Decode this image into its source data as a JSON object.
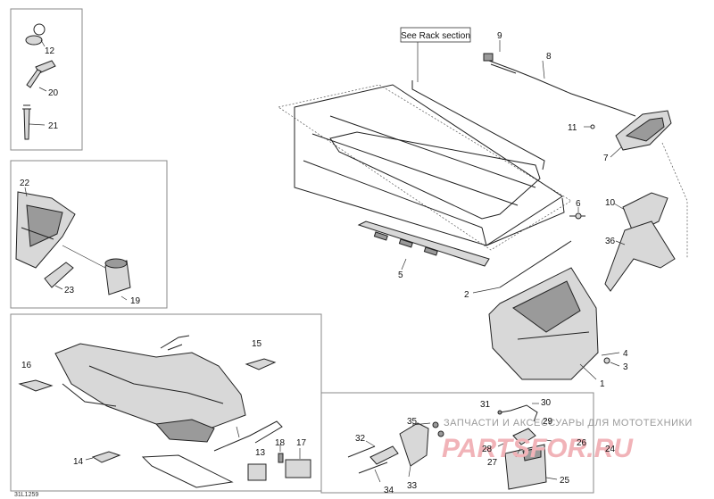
{
  "section_note": "See Rack section",
  "reference_code": "31L1259",
  "watermark": {
    "text": "ЗАПЧАСТИ И АКСЕССУАРЫ ДЛЯ МОТОТЕХНИКИ",
    "logo": "PARTSFOR.RU"
  },
  "callouts": [
    "1",
    "2",
    "3",
    "4",
    "5",
    "6",
    "7",
    "8",
    "9",
    "10",
    "11",
    "12",
    "13",
    "14",
    "15",
    "16",
    "17",
    "18",
    "19",
    "20",
    "21",
    "22",
    "23",
    "24",
    "25",
    "26",
    "27",
    "28",
    "29",
    "30",
    "31",
    "32",
    "33",
    "34",
    "35",
    "36"
  ],
  "accent_colors": {
    "line": "#222222",
    "fill": "#d8d8d8",
    "frame": "#888888",
    "watermark_logo": "#f1b3b8"
  }
}
